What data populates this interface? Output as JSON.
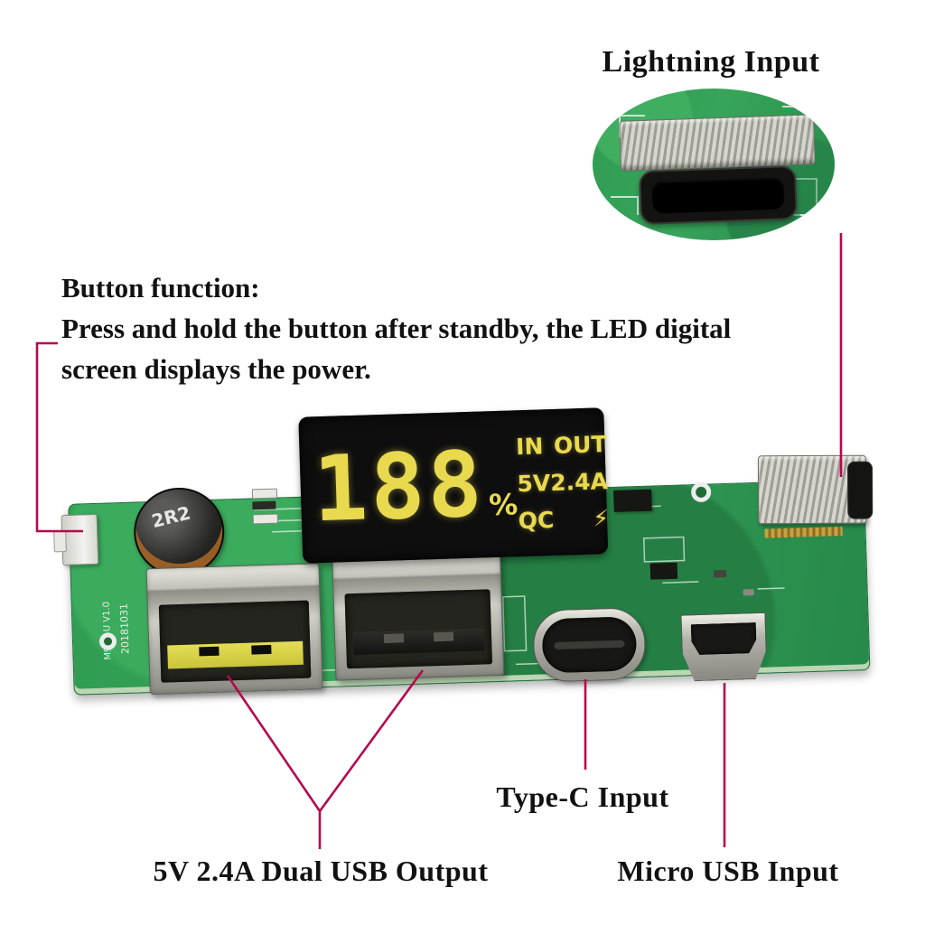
{
  "annotations": {
    "lightning_input": "Lightning Input",
    "type_c_input": "Type-C Input",
    "dual_usb_output": "5V 2.4A Dual USB Output",
    "micro_usb_input": "Micro USB Input"
  },
  "button_function": {
    "heading": "Button function:",
    "line1": "Press and hold the button after standby, the LED digital",
    "line2": "screen displays the power."
  },
  "led_display": {
    "digits": "188",
    "percent_sign": "%",
    "rows": [
      {
        "left": "IN",
        "right": "OUT"
      },
      {
        "left": "5V",
        "right": "2.4A"
      },
      {
        "left": "QC",
        "right": "⚡"
      }
    ]
  },
  "pcb": {
    "inductor_label": "2R2",
    "silkscreen_date": "20181031",
    "silkscreen_model": "M961-U V1.0"
  },
  "colors": {
    "annotation_line": "#b5094f",
    "pcb_green": "#2f9c52",
    "led_background": "#0e0e0e",
    "led_yellow": "#e9d94f"
  }
}
